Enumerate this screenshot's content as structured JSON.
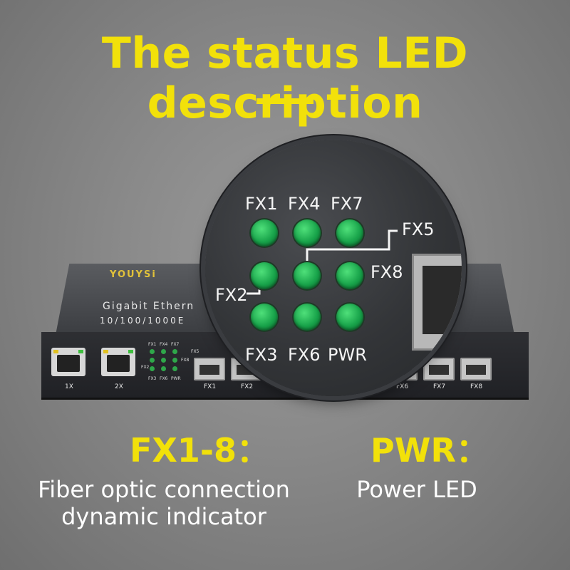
{
  "title": "The status LED description",
  "device": {
    "brand": "YOUYSi",
    "text1": "Gigabit Ethern",
    "text2": "10/100/1000E",
    "rj45_ports": [
      "1X",
      "2X"
    ],
    "sfp_ports": [
      "FX1",
      "FX2",
      "FX6",
      "FX7",
      "FX8"
    ],
    "mini_led_labels": {
      "fx1": "FX1",
      "fx4": "FX4",
      "fx7": "FX7",
      "fx5": "FX5",
      "fx2": "FX2",
      "fx8": "FX8",
      "fx3": "FX3",
      "fx6": "FX6",
      "pwr": "PWR"
    }
  },
  "lens": {
    "labels": {
      "fx1": "FX1",
      "fx4": "FX4",
      "fx7": "FX7",
      "fx5": "FX5",
      "fx2": "FX2",
      "fx8": "FX8",
      "fx3": "FX3",
      "fx6": "FX6",
      "pwr": "PWR"
    },
    "led_color": "#18a34a"
  },
  "legend": {
    "fx": {
      "heading": "FX1-8：",
      "line1": "Fiber optic connection",
      "line2": "dynamic indicator"
    },
    "pwr": {
      "heading": "PWR：",
      "line1": "Power LED"
    }
  },
  "colors": {
    "accent": "#f2e10a",
    "background": "#8a8a8a"
  }
}
